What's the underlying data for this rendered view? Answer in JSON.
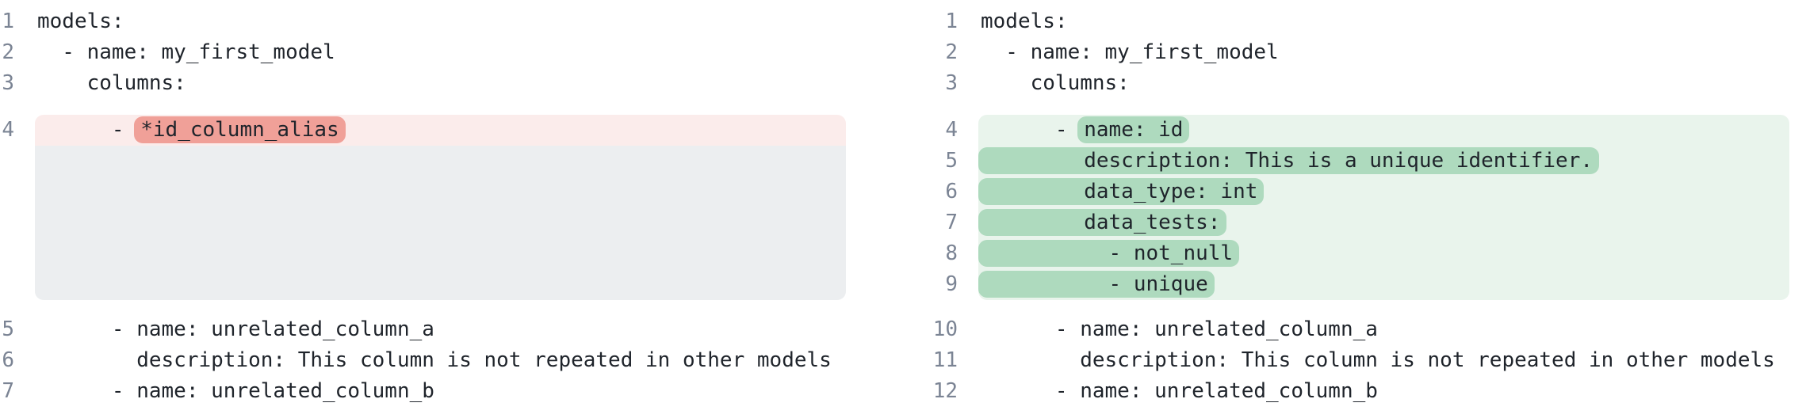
{
  "view": {
    "kind": "side-by-side-yaml-diff",
    "colors": {
      "removed_line_bg": "#fbeceb",
      "removed_token_bg": "#f0a098",
      "collapsed_gap_bg": "#eceef0",
      "added_block_bg": "#e9f4ec",
      "added_token_bg": "#aedabe",
      "line_number_color": "#7b8494",
      "code_text_color": "#1f242b"
    }
  },
  "left": {
    "pre": [
      {
        "num": "1",
        "text": "models:"
      },
      {
        "num": "2",
        "text": "  - name: my_first_model"
      },
      {
        "num": "3",
        "text": "    columns:"
      }
    ],
    "removed_line": {
      "num": "4",
      "prefix": "      - ",
      "token": "*id_column_alias"
    },
    "post": [
      {
        "num": "5",
        "text": "      - name: unrelated_column_a"
      },
      {
        "num": "6",
        "text": "        description: This column is not repeated in other models"
      },
      {
        "num": "7",
        "text": "      - name: unrelated_column_b"
      }
    ]
  },
  "right": {
    "pre": [
      {
        "num": "1",
        "text": "models:"
      },
      {
        "num": "2",
        "text": "  - name: my_first_model"
      },
      {
        "num": "3",
        "text": "    columns:"
      }
    ],
    "added_first": {
      "num": "4",
      "prefix": "      - ",
      "token": "name: id"
    },
    "added": [
      {
        "num": "5",
        "token": "        description: This is a unique identifier."
      },
      {
        "num": "6",
        "token": "        data_type: int"
      },
      {
        "num": "7",
        "token": "        data_tests:"
      },
      {
        "num": "8",
        "token": "          - not_null"
      },
      {
        "num": "9",
        "token": "          - unique"
      }
    ],
    "post": [
      {
        "num": "10",
        "text": "      - name: unrelated_column_a"
      },
      {
        "num": "11",
        "text": "        description: This column is not repeated in other models"
      },
      {
        "num": "12",
        "text": "      - name: unrelated_column_b"
      }
    ]
  }
}
